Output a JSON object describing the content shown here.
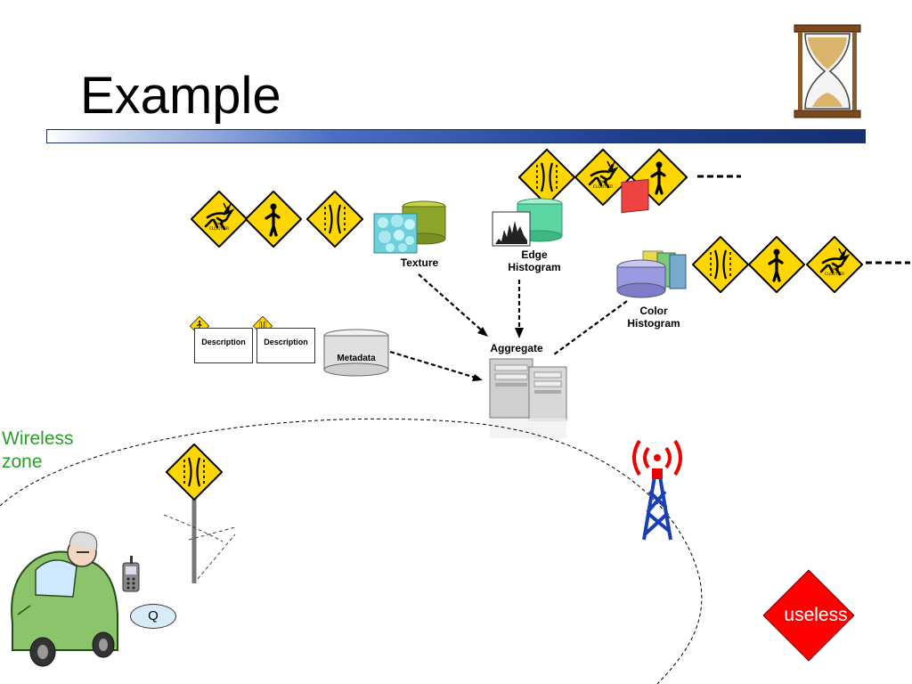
{
  "slide": {
    "title": "Example",
    "features": {
      "texture": "Texture",
      "edge_line1": "Edge",
      "edge_line2": "Histogram",
      "color_line1": "Color",
      "color_line2": "Histogram",
      "metadata": "Metadata",
      "aggregate": "Aggregate",
      "description_1": "Description",
      "description_2": "Description"
    },
    "sign_texts": {
      "deer_line1": "DAN",
      "deer_line2": "CLOUTIER"
    },
    "wireless_line1": "Wireless",
    "wireless_line2": "zone",
    "query_label": "Q",
    "useless_label": "useless",
    "colors": {
      "title_bar": "#1f3f8f",
      "sign_yellow": "#ffd700",
      "wireless_green": "#2a9d2a",
      "useless_red": "#ff0000",
      "tower_blue": "#1a3fb0"
    }
  }
}
